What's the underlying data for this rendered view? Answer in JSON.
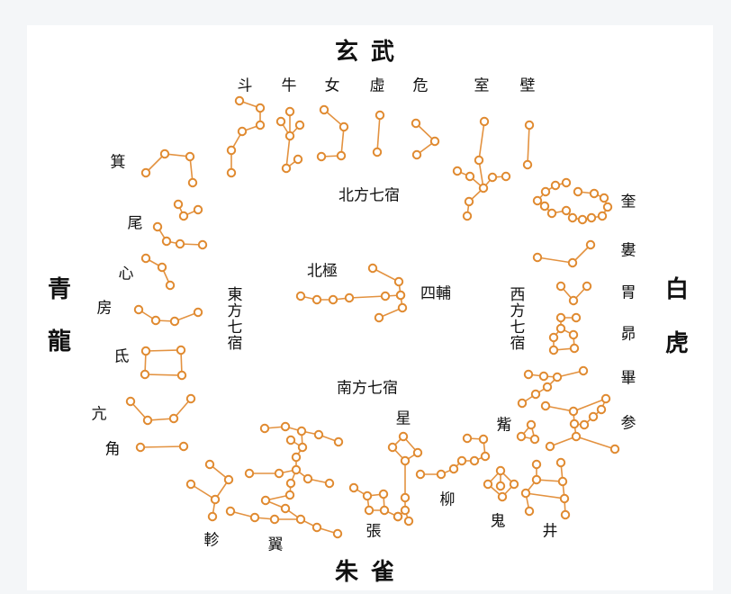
{
  "guardians": {
    "north": "玄武",
    "south": "朱雀",
    "east_1": "青",
    "east_2": "龍",
    "west_1": "白",
    "west_2": "虎"
  },
  "regions": {
    "north": "北方七宿",
    "east": "東方七宿",
    "west": "西方七宿",
    "south": "南方七宿",
    "pole": "北極",
    "sifu": "四輔"
  },
  "mansions": {
    "north": [
      "斗",
      "牛",
      "女",
      "虛",
      "危",
      "室",
      "壁"
    ],
    "west": [
      "奎",
      "婁",
      "胃",
      "昴",
      "畢",
      "觜",
      "参"
    ],
    "south": [
      "井",
      "鬼",
      "柳",
      "星",
      "張",
      "翼",
      "軫"
    ],
    "east": [
      "角",
      "亢",
      "氐",
      "房",
      "心",
      "尾",
      "箕"
    ]
  },
  "colors": {
    "line": "#e39240",
    "star_stroke": "#e08a30",
    "star_fill": "#ffffff"
  }
}
